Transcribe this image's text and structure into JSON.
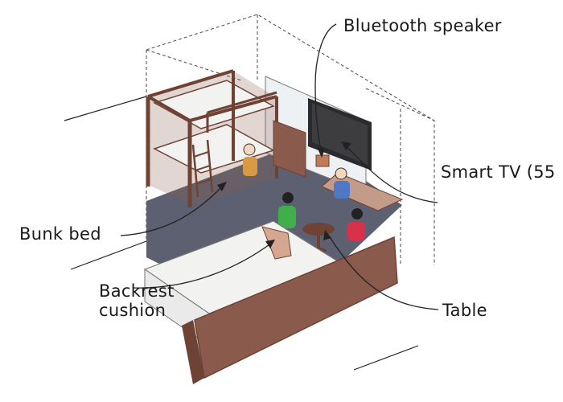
{
  "labels": {
    "speaker": "Bluetooth speaker",
    "tv": "Smart TV (55",
    "bunk": "Bunk bed",
    "cushion_line1": "Backrest",
    "cushion_line2": "cushion",
    "table": "Table"
  },
  "colors": {
    "wood": "#8a5a4c",
    "wood_dark": "#6e4336",
    "floor": "#5d6070",
    "bedding": "#f2f2f0",
    "tv_screen": "#3d3d3f",
    "leader_line": "#222222"
  }
}
